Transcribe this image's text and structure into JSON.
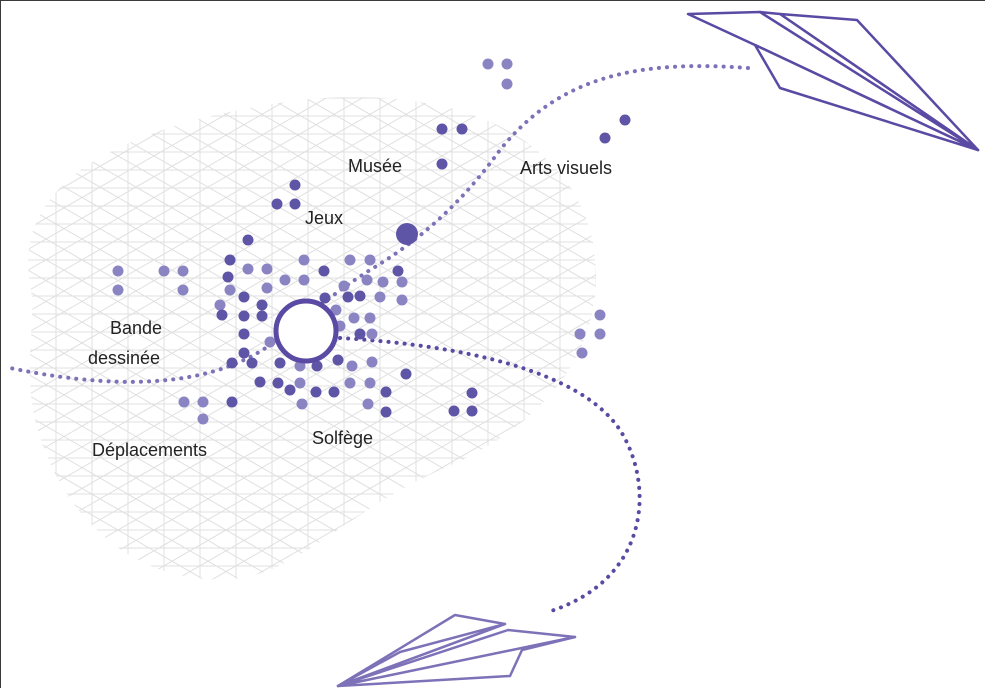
{
  "labels": {
    "musee": "Musée",
    "arts_visuels": "Arts visuels",
    "jeux": "Jeux",
    "bande_line1": "Bande",
    "bande_line2": "dessinée",
    "deplacements": "Déplacements",
    "solfege": "Solfège"
  },
  "colors": {
    "dark_dot": "#5f55a6",
    "light_dot": "#8b84c3",
    "plane_stroke": "#5a4aa3",
    "dotted_path": "#7d72b8",
    "grid": "#dcdcdc"
  }
}
